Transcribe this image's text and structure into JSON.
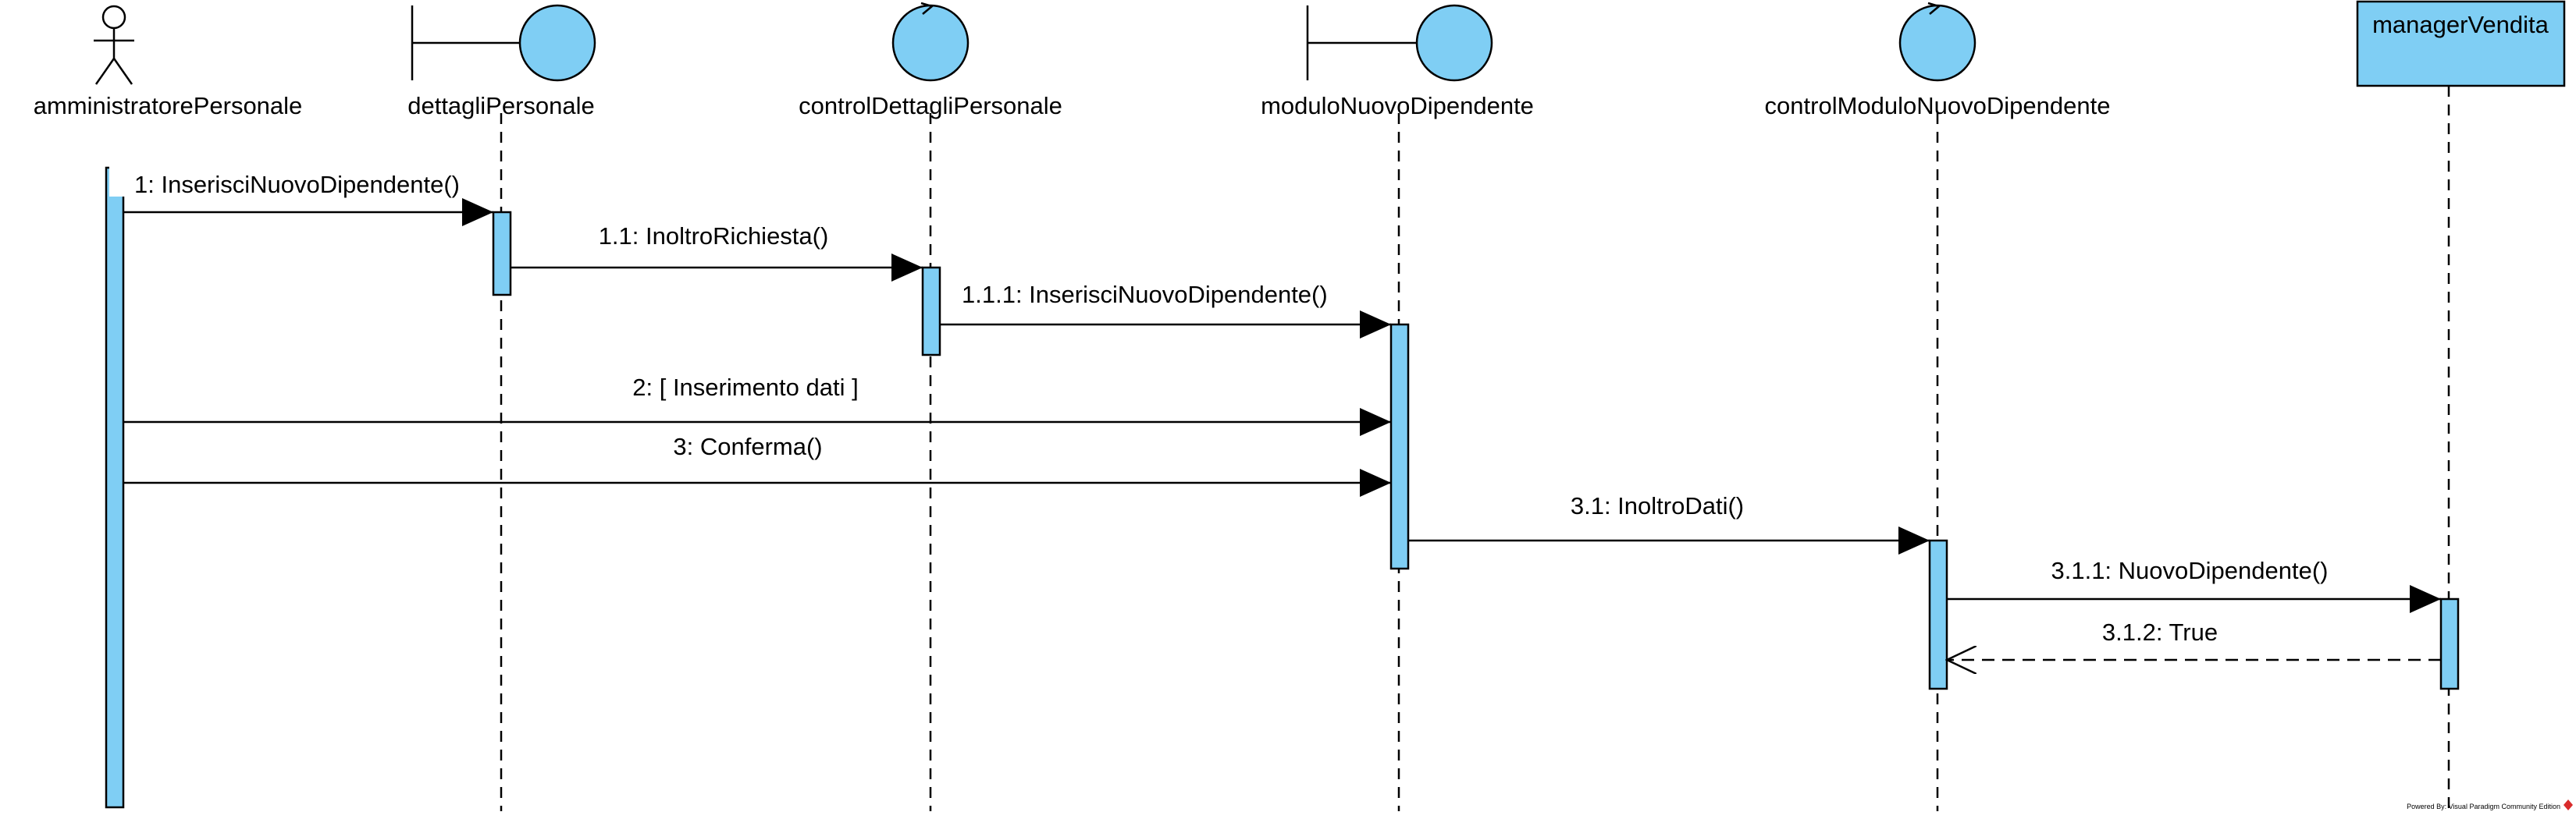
{
  "colors": {
    "fill": "#7fcef4",
    "stroke": "#000000",
    "background": "#ffffff",
    "label_bg": "#ffffff",
    "powered_mark": "#d92b2b"
  },
  "participants": {
    "p0": {
      "name": "amministratorePersonale",
      "kind": "actor"
    },
    "p1": {
      "name": "dettagliPersonale",
      "kind": "boundary"
    },
    "p2": {
      "name": "controlDettagliPersonale",
      "kind": "control"
    },
    "p3": {
      "name": "moduloNuovoDipendente",
      "kind": "boundary"
    },
    "p4": {
      "name": "controlModuloNuovoDipendente",
      "kind": "control"
    },
    "p5": {
      "name": "managerVendita",
      "kind": "class"
    }
  },
  "messages": {
    "m1": {
      "text": "1: InserisciNuovoDipendente()",
      "from": "amministratorePersonale",
      "to": "dettagliPersonale",
      "style": "synchronous"
    },
    "m2": {
      "text": "1.1: InoltroRichiesta()",
      "from": "dettagliPersonale",
      "to": "controlDettagliPersonale",
      "style": "synchronous"
    },
    "m3": {
      "text": "1.1.1: InserisciNuovoDipendente()",
      "from": "controlDettagliPersonale",
      "to": "moduloNuovoDipendente",
      "style": "synchronous"
    },
    "m4": {
      "text": "2: [ Inserimento dati ]",
      "from": "amministratorePersonale",
      "to": "moduloNuovoDipendente",
      "style": "synchronous"
    },
    "m5": {
      "text": "3: Conferma()",
      "from": "amministratorePersonale",
      "to": "moduloNuovoDipendente",
      "style": "synchronous"
    },
    "m6": {
      "text": "3.1: InoltroDati()",
      "from": "moduloNuovoDipendente",
      "to": "controlModuloNuovoDipendente",
      "style": "synchronous"
    },
    "m7": {
      "text": "3.1.1: NuovoDipendente()",
      "from": "controlModuloNuovoDipendente",
      "to": "managerVendita",
      "style": "synchronous"
    },
    "m8": {
      "text": "3.1.2: True",
      "from": "managerVendita",
      "to": "controlModuloNuovoDipendente",
      "style": "return"
    }
  },
  "footer": {
    "powered_by": "Powered By: Visual Paradigm Community Edition",
    "logo_icon": "visual-paradigm-logo-icon"
  }
}
